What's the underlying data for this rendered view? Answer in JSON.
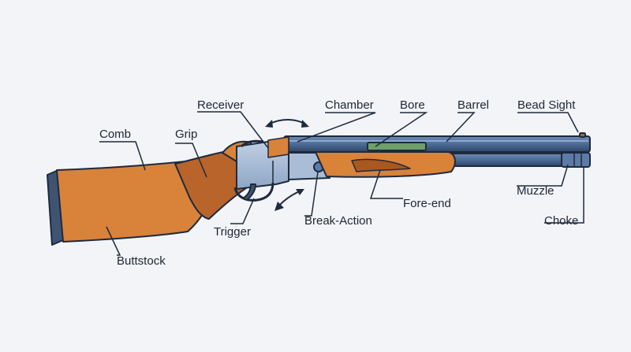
{
  "diagram": {
    "labels": {
      "receiver": "Receiver",
      "chamber": "Chamber",
      "bore": "Bore",
      "barrel": "Barrel",
      "bead_sight": "Bead Sight",
      "comb": "Comb",
      "grip": "Grip",
      "muzzle": "Muzzle",
      "fore_end": "Fore-end",
      "break_action": "Break-Action",
      "trigger": "Trigger",
      "choke": "Choke",
      "buttstock": "Buttstock"
    },
    "colors": {
      "background": "#f2f4f7",
      "wood": "#d9823a",
      "wood_dark": "#a9581f",
      "steel": "#4f6f9a",
      "steel_light": "#a9bdd6",
      "bore_green": "#6fa06a",
      "outline": "#1e2a3d",
      "buttpad": "#3f5472"
    }
  }
}
